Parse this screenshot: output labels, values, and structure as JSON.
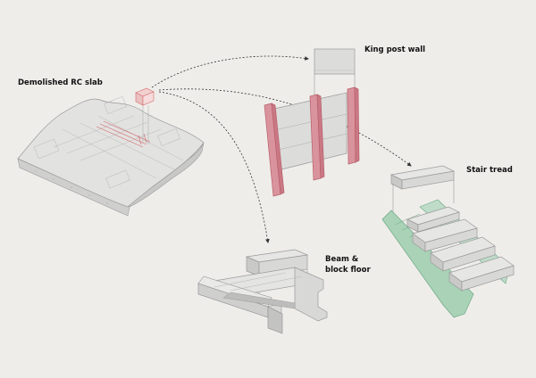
{
  "labels": {
    "slab": "Demolished RC slab",
    "king_post": "King post wall",
    "stair": "Stair tread",
    "beam_line1": "Beam &",
    "beam_line2": "block floor"
  },
  "colors": {
    "background": "#efedea",
    "concrete": "#dcdcdb",
    "concrete_edge": "#9a9a9a",
    "steel_post": "#d9939c",
    "stair_stringer": "#a9d2b6",
    "cut_marks": "#d66a6a"
  }
}
